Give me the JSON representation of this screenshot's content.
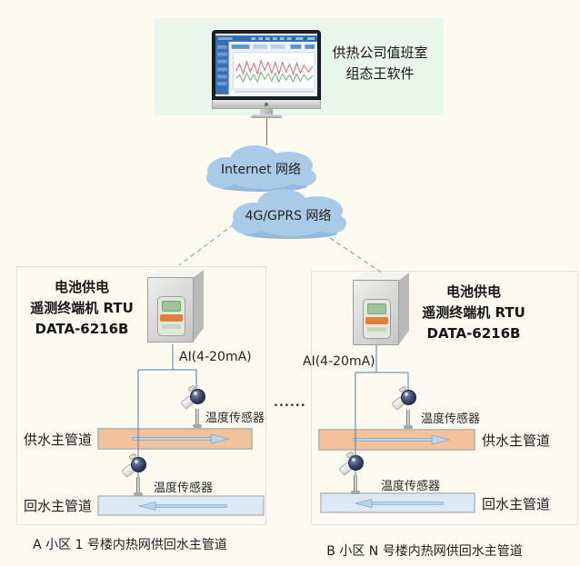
{
  "diagram": {
    "control_room": {
      "line1": "供热公司值班室",
      "line2": "组态王软件"
    },
    "networks": {
      "internet": "Internet 网络",
      "cellular": "4G/GPRS 网络"
    },
    "separator": "......",
    "sites": [
      {
        "power_label": "电池供电",
        "device_label": "遥测终端机 RTU",
        "model_label": "DATA-6216B",
        "signal_label": "AI(4-20mA)",
        "supply_sensor_label": "温度传感器",
        "return_sensor_label": "温度传感器",
        "supply_pipe_label": "供水主管道",
        "return_pipe_label": "回水主管道",
        "caption": "A 小区 1 号楼内热网供回水主管道"
      },
      {
        "power_label": "电池供电",
        "device_label": "遥测终端机 RTU",
        "model_label": "DATA-6216B",
        "signal_label": "AI(4-20mA)",
        "supply_sensor_label": "温度传感器",
        "return_sensor_label": "温度传感器",
        "supply_pipe_label": "供水主管道",
        "return_pipe_label": "回水主管道",
        "caption": "B 小区 N 号楼内热网供回水主管道"
      }
    ],
    "colors": {
      "background": "#fcfaf1",
      "panel_green": "#e8f6ec",
      "cloud_blue": "#a9cbe8",
      "supply_pipe_orange": "#f3c29b",
      "return_pipe_blue": "#dbe9f7",
      "connector_blue": "#4f7f9e"
    }
  }
}
